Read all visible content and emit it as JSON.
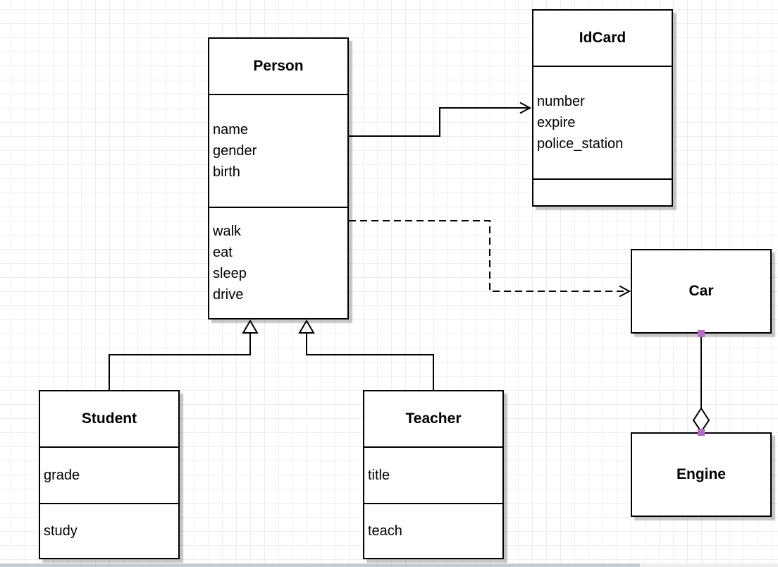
{
  "diagram": {
    "classes": {
      "person": {
        "title": "Person",
        "attributes": [
          "name",
          "gender",
          "birth"
        ],
        "methods": [
          "walk",
          "eat",
          "sleep",
          "drive"
        ]
      },
      "idcard": {
        "title": "IdCard",
        "attributes": [
          "number",
          "expire",
          "police_station"
        ],
        "methods": []
      },
      "car": {
        "title": "Car",
        "attributes": [],
        "methods": []
      },
      "engine": {
        "title": "Engine",
        "attributes": [],
        "methods": []
      },
      "student": {
        "title": "Student",
        "attributes": [
          "grade"
        ],
        "methods": [
          "study"
        ]
      },
      "teacher": {
        "title": "Teacher",
        "attributes": [
          "title"
        ],
        "methods": [
          "teach"
        ]
      }
    },
    "relations": [
      {
        "from": "Person",
        "to": "IdCard",
        "type": "association",
        "line": "solid",
        "arrow": "open"
      },
      {
        "from": "Person",
        "to": "Car",
        "type": "dependency",
        "line": "dashed",
        "arrow": "open"
      },
      {
        "from": "Student",
        "to": "Person",
        "type": "generalization",
        "line": "solid",
        "arrow": "hollow-triangle"
      },
      {
        "from": "Teacher",
        "to": "Person",
        "type": "generalization",
        "line": "solid",
        "arrow": "hollow-triangle"
      },
      {
        "from": "Car",
        "to": "Engine",
        "type": "aggregation",
        "line": "solid",
        "arrow": "hollow-diamond"
      }
    ],
    "colors": {
      "shape_fill": "#ffffff",
      "shape_border": "#000000",
      "text": "#000000",
      "grid_line": "#ededed",
      "shadow": "#c8c8c8",
      "connection_point": "#b66cc6",
      "scrollbar_thumb": "#c6cbd0"
    }
  }
}
